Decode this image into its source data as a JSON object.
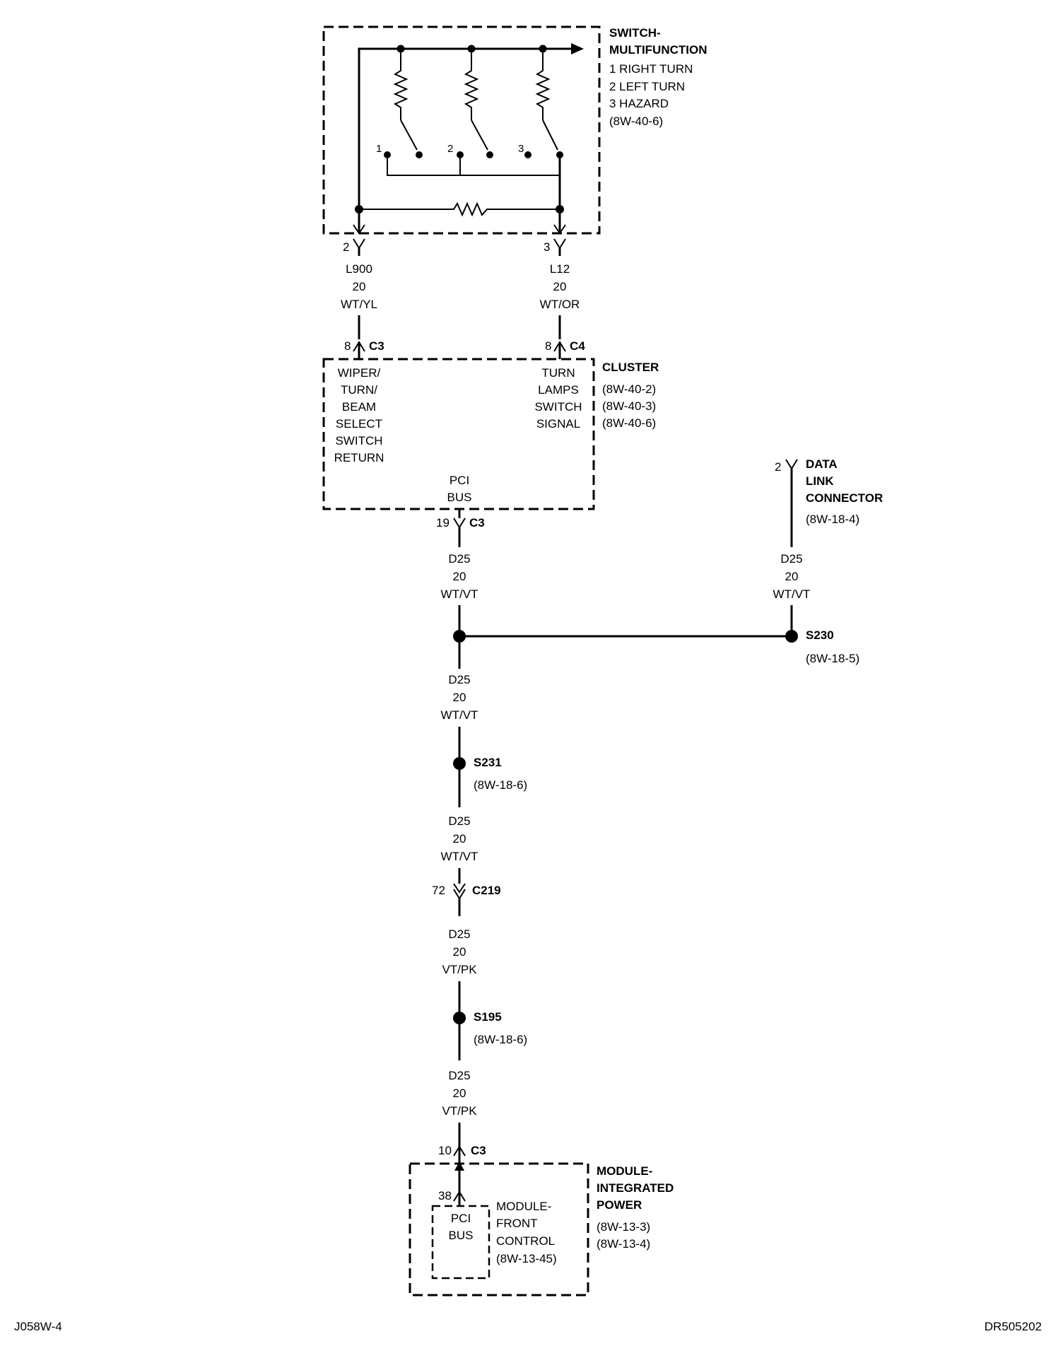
{
  "switch": {
    "title_1": "SWITCH-",
    "title_2": "MULTIFUNCTION",
    "pos_1": "1 RIGHT TURN",
    "pos_2": "2 LEFT TURN",
    "pos_3": "3 HAZARD",
    "ref": "(8W-40-6)",
    "contact_labels": [
      "1",
      "2",
      "3"
    ],
    "pin_left": "2",
    "pin_right": "3"
  },
  "wire_l900": {
    "circuit": "L900",
    "gauge": "20",
    "color": "WT/YL"
  },
  "wire_l12": {
    "circuit": "L12",
    "gauge": "20",
    "color": "WT/OR"
  },
  "cluster": {
    "title": "CLUSTER",
    "refs": [
      "(8W-40-2)",
      "(8W-40-3)",
      "(8W-40-6)"
    ],
    "conn_left_pin": "8",
    "conn_left_name": "C3",
    "conn_right_pin": "8",
    "conn_right_name": "C4",
    "left_label": [
      "WIPER/",
      "TURN/",
      "BEAM",
      "SELECT",
      "SWITCH",
      "RETURN"
    ],
    "right_label": [
      "TURN",
      "LAMPS",
      "SWITCH",
      "SIGNAL"
    ],
    "pci_1": "PCI",
    "pci_2": "BUS",
    "bottom_pin": "19",
    "bottom_conn": "C3"
  },
  "dlc": {
    "pin": "2",
    "title": [
      "DATA",
      "LINK",
      "CONNECTOR"
    ],
    "ref": "(8W-18-4)",
    "wire": {
      "circuit": "D25",
      "gauge": "20",
      "color": "WT/VT"
    }
  },
  "wire_d25_a": {
    "circuit": "D25",
    "gauge": "20",
    "color": "WT/VT"
  },
  "splice_s230": {
    "name": "S230",
    "ref": "(8W-18-5)"
  },
  "wire_d25_b": {
    "circuit": "D25",
    "gauge": "20",
    "color": "WT/VT"
  },
  "splice_s231": {
    "name": "S231",
    "ref": "(8W-18-6)"
  },
  "wire_d25_c": {
    "circuit": "D25",
    "gauge": "20",
    "color": "WT/VT"
  },
  "conn_c219": {
    "pin": "72",
    "name": "C219"
  },
  "wire_d25_d": {
    "circuit": "D25",
    "gauge": "20",
    "color": "VT/PK"
  },
  "splice_s195": {
    "name": "S195",
    "ref": "(8W-18-6)"
  },
  "wire_d25_e": {
    "circuit": "D25",
    "gauge": "20",
    "color": "VT/PK"
  },
  "tipm": {
    "conn_pin": "10",
    "conn_name": "C3",
    "title_1": "MODULE-",
    "title_2": "INTEGRATED",
    "title_3": "POWER",
    "refs": [
      "(8W-13-3)",
      "(8W-13-4)"
    ],
    "inner_pin": "38",
    "pci_1": "PCI",
    "pci_2": "BUS",
    "fcm": [
      "MODULE-",
      "FRONT",
      "CONTROL",
      "(8W-13-45)"
    ]
  },
  "footer": {
    "left": "J058W-4",
    "right": "DR505202"
  }
}
